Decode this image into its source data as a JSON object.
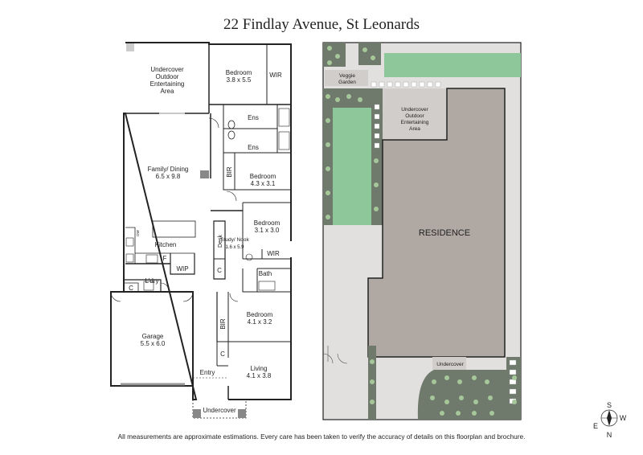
{
  "title": "22 Findlay Avenue, St Leonards",
  "footer": "All measurements are approximate estimations. Every care has been taken to verify the accuracy of details on this floorplan and brochure.",
  "floorplan": {
    "rooms": [
      {
        "name": "Undercover Outdoor Entertaining Area",
        "lines": [
          "Undercover",
          "Outdoor",
          "Entertaining",
          "Area"
        ]
      },
      {
        "name": "Bedroom",
        "size": "3.8 x 5.5"
      },
      {
        "name": "WIR"
      },
      {
        "name": "Ens"
      },
      {
        "name": "Ens"
      },
      {
        "name": "BIR"
      },
      {
        "name": "Bedroom",
        "size": "4.3 x 3.1"
      },
      {
        "name": "Family/ Dining",
        "size": "6.5 x 9.8"
      },
      {
        "name": "Bedroom",
        "size": "3.1 x 3.0"
      },
      {
        "name": "Kitchen"
      },
      {
        "name": "Desk"
      },
      {
        "name": "Study/ Nook",
        "size": "1.6 x 5.9"
      },
      {
        "name": "WIR"
      },
      {
        "name": "F"
      },
      {
        "name": "WIP"
      },
      {
        "name": "C"
      },
      {
        "name": "L'dry"
      },
      {
        "name": "C"
      },
      {
        "name": "Bath"
      },
      {
        "name": "Bedroom",
        "size": "4.1 x 3.2"
      },
      {
        "name": "BIR"
      },
      {
        "name": "Garage",
        "size": "5.5 x 6.0"
      },
      {
        "name": "C"
      },
      {
        "name": "Living",
        "size": "4.1 x 3.8"
      },
      {
        "name": "Entry"
      },
      {
        "name": "Undercover"
      },
      {
        "name": "DW"
      }
    ]
  },
  "siteplan": {
    "veggie": [
      "Veggie",
      "Garden"
    ],
    "entertaining": [
      "Undercover",
      "Outdoor",
      "Entertaining",
      "Area"
    ],
    "residence": "RESIDENCE",
    "undercover": "Undercover"
  },
  "compass": {
    "s": "S",
    "w": "W",
    "e": "E",
    "n": "N"
  },
  "colors": {
    "residence": "#b0a8a3",
    "lawn": "#8ec89a",
    "paving": "#e2e0de",
    "outdoor": "#d0cdcb",
    "planting": "#6f7a6c",
    "wall": "#222222"
  }
}
